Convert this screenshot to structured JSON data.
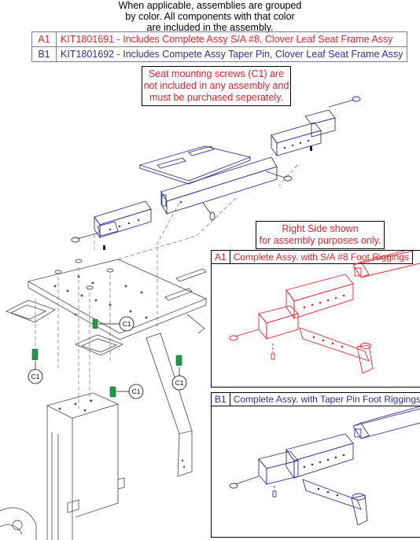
{
  "intro": {
    "line1": "When applicable, assemblies are grouped",
    "line2": "by color. All components with that color",
    "line3": "are included in the assembly."
  },
  "kits": [
    {
      "code": "A1",
      "description": "KIT1801691 - Includes Complete Assy S/A #8, Clover Leaf Seat Frame Assy",
      "color": "#e3222b"
    },
    {
      "code": "B1",
      "description": "KIT1801692 - Includes Compete Assy Taper Pin, Clover Leaf Seat Frame Assy",
      "color": "#2e318f"
    }
  ],
  "warning": {
    "line1": "Seat mounting screws (C1) are",
    "line2": "not included in any assembly and",
    "line3": "must be purchased seperately."
  },
  "side_note": {
    "line1": "Right Side shown",
    "line2": "for assembly purposes only."
  },
  "panels": {
    "a1": {
      "code": "A1",
      "title": "Complete Assy. with S/A #8 Foot Riggings"
    },
    "b1": {
      "code": "B1",
      "title": "Complete Assy. with Taper Pin Foot Riggings"
    }
  },
  "callouts": {
    "c1": "C1"
  },
  "colors": {
    "red": "#e3222b",
    "blue": "#2e318f",
    "green": "#1e9a4a",
    "gray": "#555555"
  }
}
